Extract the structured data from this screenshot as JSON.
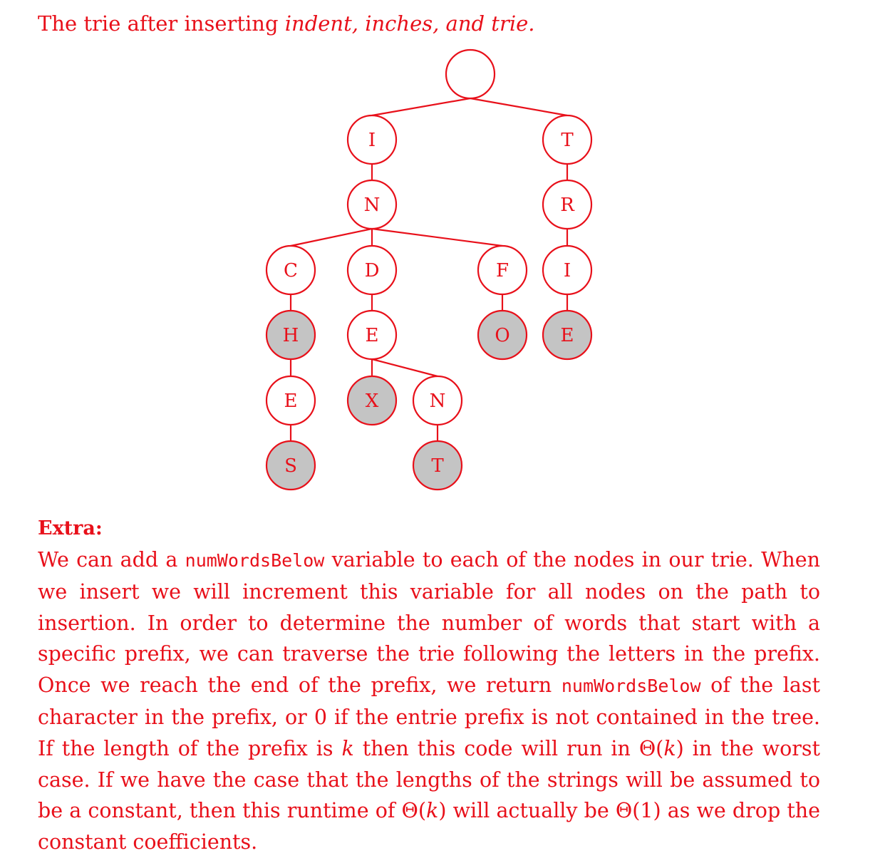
{
  "caption": {
    "prefix": "The trie after inserting ",
    "words": "indent, inches, and trie."
  },
  "trie": {
    "nodes": [
      {
        "id": "root",
        "label": "",
        "end": false
      },
      {
        "id": "I1",
        "label": "I",
        "end": false
      },
      {
        "id": "T1",
        "label": "T",
        "end": false
      },
      {
        "id": "N1",
        "label": "N",
        "end": false
      },
      {
        "id": "R1",
        "label": "R",
        "end": false
      },
      {
        "id": "C1",
        "label": "C",
        "end": false
      },
      {
        "id": "D1",
        "label": "D",
        "end": false
      },
      {
        "id": "F1",
        "label": "F",
        "end": false
      },
      {
        "id": "I2",
        "label": "I",
        "end": false
      },
      {
        "id": "H1",
        "label": "H",
        "end": true
      },
      {
        "id": "E1",
        "label": "E",
        "end": false
      },
      {
        "id": "O1",
        "label": "O",
        "end": true
      },
      {
        "id": "E2",
        "label": "E",
        "end": true
      },
      {
        "id": "E3",
        "label": "E",
        "end": false
      },
      {
        "id": "X1",
        "label": "X",
        "end": true
      },
      {
        "id": "N2",
        "label": "N",
        "end": false
      },
      {
        "id": "S1",
        "label": "S",
        "end": true
      },
      {
        "id": "T2",
        "label": "T",
        "end": true
      }
    ],
    "edges": [
      [
        "root",
        "I1"
      ],
      [
        "root",
        "T1"
      ],
      [
        "I1",
        "N1"
      ],
      [
        "T1",
        "R1"
      ],
      [
        "N1",
        "C1"
      ],
      [
        "N1",
        "D1"
      ],
      [
        "N1",
        "F1"
      ],
      [
        "R1",
        "I2"
      ],
      [
        "C1",
        "H1"
      ],
      [
        "D1",
        "E1"
      ],
      [
        "F1",
        "O1"
      ],
      [
        "I2",
        "E2"
      ],
      [
        "H1",
        "E3"
      ],
      [
        "E1",
        "X1"
      ],
      [
        "E1",
        "N2"
      ],
      [
        "E3",
        "S1"
      ],
      [
        "N2",
        "T2"
      ]
    ]
  },
  "extra": {
    "heading": "Extra:",
    "p1": "We can add a ",
    "code1": "numWordsBelow",
    "p2": " variable to each of the nodes in our trie. When we insert we will increment this variable for all nodes on the path to insertion. In order to determine the number of words that start with a specific prefix, we can traverse the trie following the letters in the prefix. Once we reach the end of the prefix, we return ",
    "code2": "numWordsBelow",
    "p3": " of the last character in the prefix, or 0 if the entrie prefix is not contained in the tree. If the length of the prefix is ",
    "k1": "k",
    "p4": " then this code will run in Θ(",
    "k2": "k",
    "p5": ") in the worst case. If we have the case that the lengths of the strings will be assumed to be a constant, then this runtime of Θ(",
    "k3": "k",
    "p6": ") will actually be Θ(1) as we drop the constant coefficients."
  },
  "colors": {
    "ink": "#e8101a",
    "end_node_fill": "#c4c4c4"
  }
}
